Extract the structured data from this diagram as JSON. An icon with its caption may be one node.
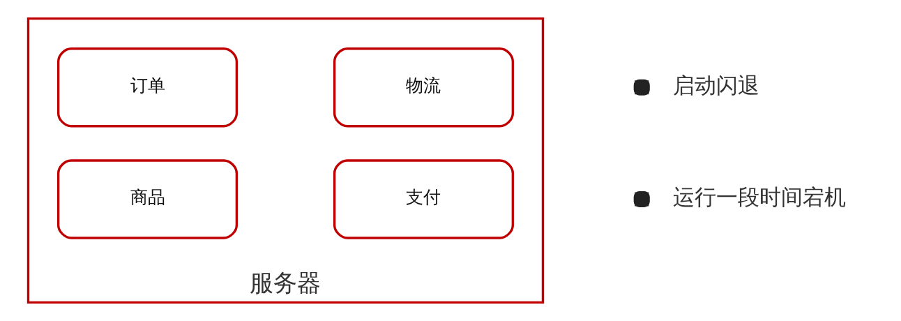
{
  "diagram": {
    "nodes": [
      {
        "text": [
          "服务器"
        ]
      },
      {
        "text": [
          "订单"
        ],
        "in": 0
      },
      {
        "text": [
          "物流"
        ],
        "in": 0
      },
      {
        "text": [
          "商品"
        ],
        "in": 0
      },
      {
        "text": [
          "支付"
        ],
        "in": 0
      }
    ],
    "labels": [
      "启动闪退",
      "运行一段时间宕机"
    ]
  }
}
